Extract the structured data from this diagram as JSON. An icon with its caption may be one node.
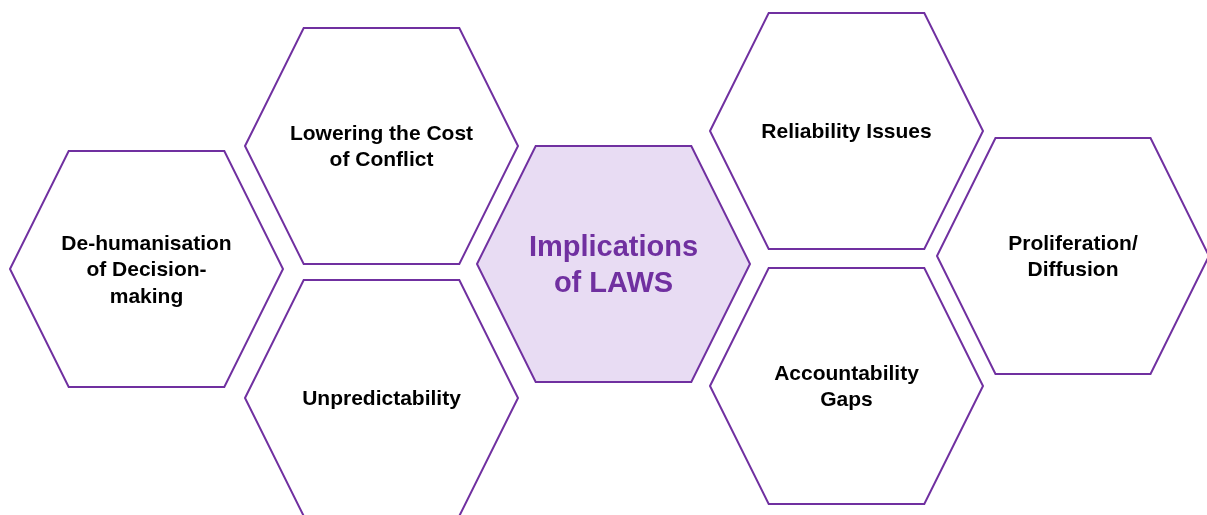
{
  "diagram": {
    "nodes": [
      {
        "text": [
          "De-humanisation of Decision-making"
        ]
      },
      {
        "text": [
          "Lowering the Cost of Conflict"
        ]
      },
      {
        "text": [
          "Unpredictability"
        ]
      },
      {
        "text": [
          "Implications of LAWS"
        ]
      },
      {
        "text": [
          "Reliability Issues"
        ]
      },
      {
        "text": [
          "Accountability Gaps"
        ]
      },
      {
        "text": [
          "Proliferation/ Diffusion"
        ]
      }
    ]
  }
}
